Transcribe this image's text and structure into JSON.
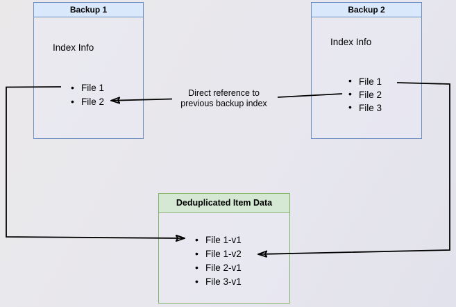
{
  "diagram": {
    "backup1": {
      "title": "Backup 1",
      "heading": "Index Info",
      "items": [
        "File 1",
        "File 2"
      ]
    },
    "backup2": {
      "title": "Backup 2",
      "heading": "Index Info",
      "items": [
        "File 1",
        "File 2",
        "File 3"
      ]
    },
    "dedup": {
      "title": "Deduplicated Item Data",
      "items": [
        "File 1-v1",
        "File 1-v2",
        "File 2-v1",
        "File 3-v1"
      ]
    },
    "annotation": {
      "line1": "Direct reference to",
      "line2": "previous backup index"
    },
    "colors": {
      "blue_border": "#6c8ebf",
      "blue_fill": "#dae8fc",
      "green_border": "#82b366",
      "green_fill": "#d5e8d4",
      "arrow": "#000000"
    }
  }
}
